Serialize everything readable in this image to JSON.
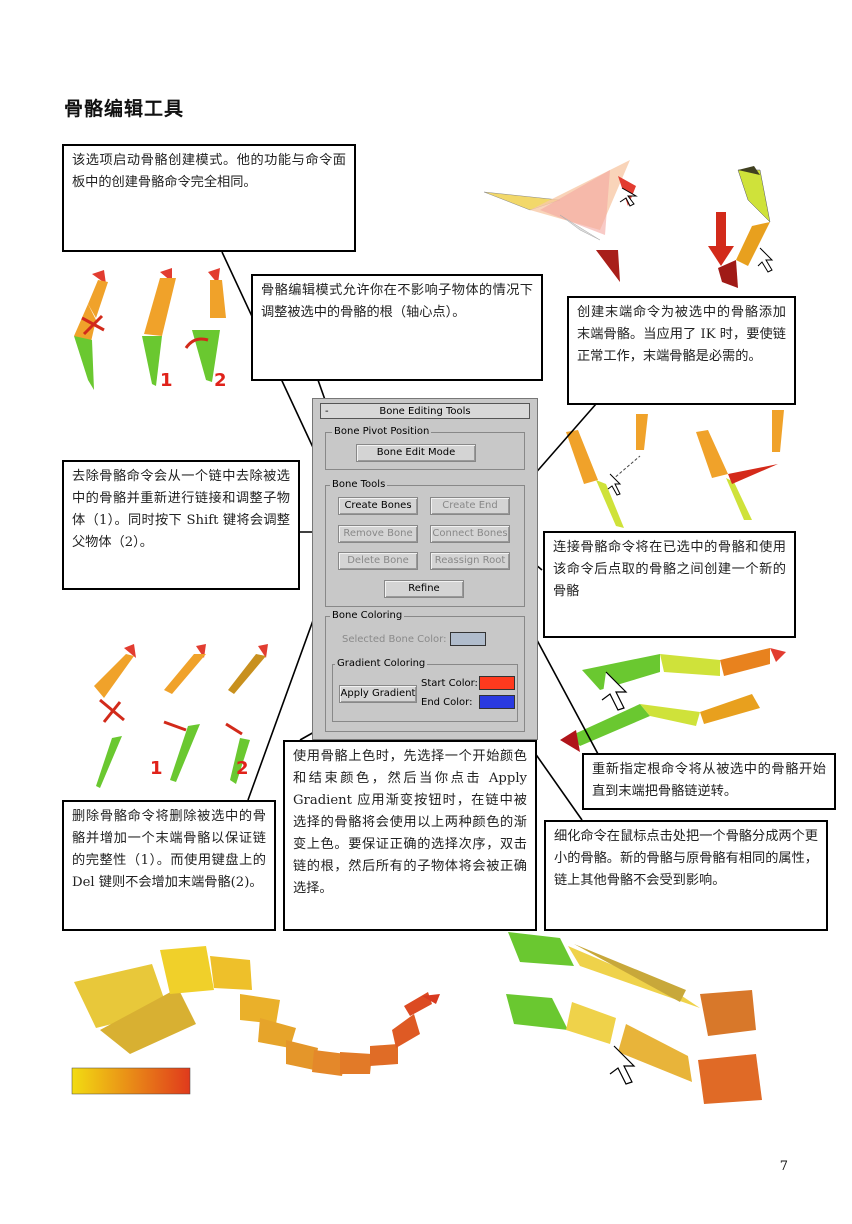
{
  "page": {
    "title": "骨骼编辑工具",
    "page_number": "7"
  },
  "notes": {
    "create_mode": "该选项启动骨骼创建模式。他的功能与命令面板中的创建骨骼命令完全相同。",
    "edit_mode": "骨骼编辑模式允许你在不影响子物体的情况下调整被选中的骨骼的根（轴心点）。",
    "create_end": "创建末端命令为被选中的骨骼添加末端骨骼。当应用了 IK 时，要使链正常工作，末端骨骼是必需的。",
    "remove_bone": "去除骨骼命令会从一个链中去除被选中的骨骼并重新进行链接和调整子物体（1）。同时按下 Shift 键将会调整父物体（2）。",
    "connect_bones": "连接骨骼命令将在已选中的骨骼和使用该命令后点取的骨骼之间创建一个新的骨骼",
    "reassign_root": "重新指定根命令将从被选中的骨骼开始直到末端把骨骼链逆转。",
    "bone_coloring": "使用骨骼上色时，先选择一个开始颜色和结束颜色，然后当你点击 Apply Gradient 应用渐变按钮时，在链中被选择的骨骼将会使用以上两种颜色的渐变上色。要保证正确的选择次序，双击链的根，然后所有的子物体将会被正确选择。",
    "delete_bone": "删除骨骼命令将删除被选中的骨骼并增加一个末端骨骼以保证链的完整性（1）。而使用键盘上的 Del 键则不会增加末端骨骼(2)。",
    "refine": "细化命令在鼠标点击处把一个骨骼分成两个更小的骨骼。新的骨骼与原骨骼有相同的属性，链上其他骨骼不会受到影响。"
  },
  "panel": {
    "title_dash": "-",
    "title": "Bone Editing Tools",
    "pivot_group": "Bone Pivot Position",
    "bone_edit_mode": "Bone Edit Mode",
    "tools_group": "Bone Tools",
    "create_bones": "Create Bones",
    "create_end": "Create End",
    "remove_bone": "Remove Bone",
    "connect_bones": "Connect Bones",
    "delete_bone": "Delete Bone",
    "reassign_root": "Reassign Root",
    "refine": "Refine",
    "coloring_group": "Bone Coloring",
    "selected_bone_color": "Selected Bone Color:",
    "gradient_group": "Gradient Coloring",
    "apply_gradient": "Apply Gradient",
    "start_color_label": "Start Color:",
    "end_color_label": "End Color:",
    "selected_color": "#b0bccc",
    "start_color": "#ff3a1e",
    "end_color": "#2a3ae0"
  },
  "figure_labels": {
    "one": "1",
    "two": "2"
  },
  "colors": {
    "gradient_start": "#f2dc12",
    "gradient_end": "#e03a1c"
  }
}
